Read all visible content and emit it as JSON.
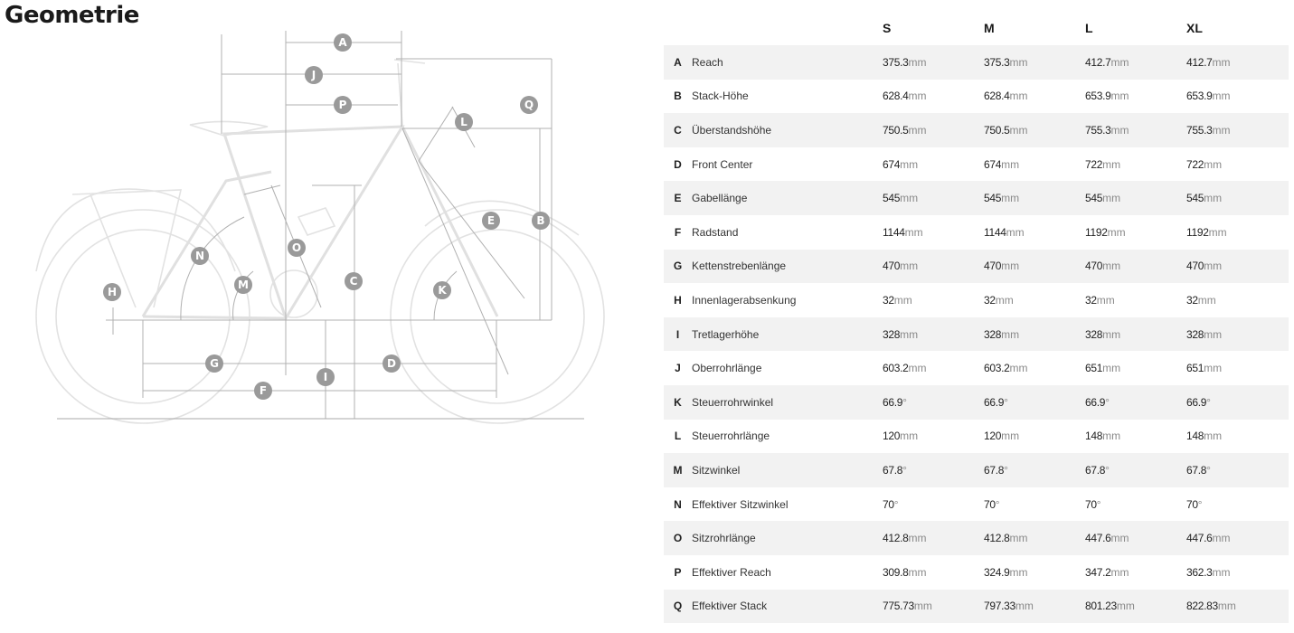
{
  "title": "Geometrie",
  "sizes": [
    "S",
    "M",
    "L",
    "XL"
  ],
  "rows": [
    {
      "letter": "A",
      "name": "Reach",
      "unit": "mm",
      "values": [
        "375.3",
        "375.3",
        "412.7",
        "412.7"
      ]
    },
    {
      "letter": "B",
      "name": "Stack-Höhe",
      "unit": "mm",
      "values": [
        "628.4",
        "628.4",
        "653.9",
        "653.9"
      ]
    },
    {
      "letter": "C",
      "name": "Überstandshöhe",
      "unit": "mm",
      "values": [
        "750.5",
        "750.5",
        "755.3",
        "755.3"
      ]
    },
    {
      "letter": "D",
      "name": "Front Center",
      "unit": "mm",
      "values": [
        "674",
        "674",
        "722",
        "722"
      ]
    },
    {
      "letter": "E",
      "name": "Gabellänge",
      "unit": "mm",
      "values": [
        "545",
        "545",
        "545",
        "545"
      ]
    },
    {
      "letter": "F",
      "name": "Radstand",
      "unit": "mm",
      "values": [
        "1144",
        "1144",
        "1192",
        "1192"
      ]
    },
    {
      "letter": "G",
      "name": "Kettenstrebenlänge",
      "unit": "mm",
      "values": [
        "470",
        "470",
        "470",
        "470"
      ]
    },
    {
      "letter": "H",
      "name": "Innenlagerabsenkung",
      "unit": "mm",
      "values": [
        "32",
        "32",
        "32",
        "32"
      ]
    },
    {
      "letter": "I",
      "name": "Tretlagerhöhe",
      "unit": "mm",
      "values": [
        "328",
        "328",
        "328",
        "328"
      ]
    },
    {
      "letter": "J",
      "name": "Oberrohrlänge",
      "unit": "mm",
      "values": [
        "603.2",
        "603.2",
        "651",
        "651"
      ]
    },
    {
      "letter": "K",
      "name": "Steuerrohrwinkel",
      "unit": "°",
      "values": [
        "66.9",
        "66.9",
        "66.9",
        "66.9"
      ]
    },
    {
      "letter": "L",
      "name": "Steuerrohrlänge",
      "unit": "mm",
      "values": [
        "120",
        "120",
        "148",
        "148"
      ]
    },
    {
      "letter": "M",
      "name": "Sitzwinkel",
      "unit": "°",
      "values": [
        "67.8",
        "67.8",
        "67.8",
        "67.8"
      ]
    },
    {
      "letter": "N",
      "name": "Effektiver Sitzwinkel",
      "unit": "°",
      "values": [
        "70",
        "70",
        "70",
        "70"
      ]
    },
    {
      "letter": "O",
      "name": "Sitzrohrlänge",
      "unit": "mm",
      "values": [
        "412.8",
        "412.8",
        "447.6",
        "447.6"
      ]
    },
    {
      "letter": "P",
      "name": "Effektiver Reach",
      "unit": "mm",
      "values": [
        "309.8",
        "324.9",
        "347.2",
        "362.3"
      ]
    },
    {
      "letter": "Q",
      "name": "Effektiver Stack",
      "unit": "mm",
      "values": [
        "775.73",
        "797.33",
        "801.23",
        "822.83"
      ]
    }
  ],
  "diagram_badges": [
    "A",
    "J",
    "P",
    "Q",
    "L",
    "B",
    "E",
    "C",
    "O",
    "N",
    "M",
    "H",
    "K",
    "G",
    "I",
    "D",
    "F"
  ],
  "colors": {
    "row_stripe": "#f2f2f2",
    "badge": "#9a9a9a",
    "unit_text": "#8a8a8a",
    "bike_outline": "#e2e2e2"
  }
}
